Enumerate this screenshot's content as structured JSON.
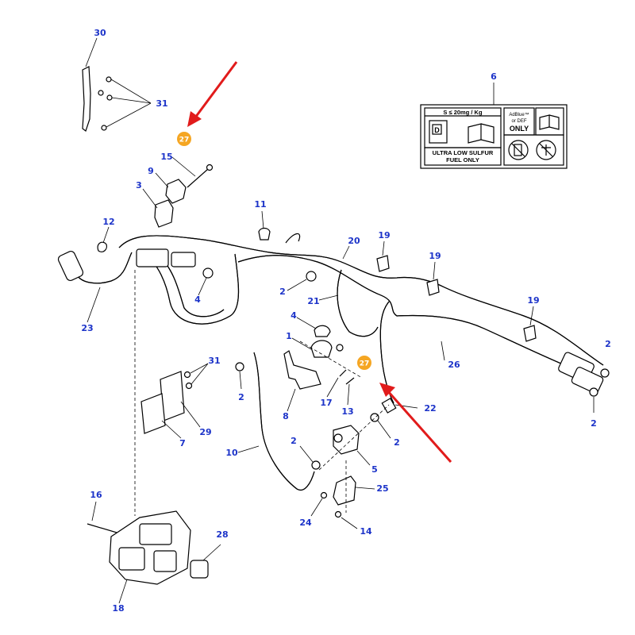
{
  "callouts": {
    "c30": "30",
    "c31a": "31",
    "c27a": "27",
    "c15": "15",
    "c9": "9",
    "c3": "3",
    "c6": "6",
    "c11": "11",
    "c12": "12",
    "c20": "20",
    "c19a": "19",
    "c19b": "19",
    "c19c": "19",
    "c2a": "2",
    "c21": "21",
    "c4a": "4",
    "c4b": "4",
    "c1": "1",
    "c27b": "27",
    "c23": "23",
    "c31b": "31",
    "c2b": "2",
    "c8": "8",
    "c17": "17",
    "c13": "13",
    "c22": "22",
    "c26": "26",
    "c2c": "2",
    "c2d": "2",
    "c29": "29",
    "c7": "7",
    "c10": "10",
    "c2e": "2",
    "c2f": "2",
    "c5": "5",
    "c25": "25",
    "c16": "16",
    "c24": "24",
    "c14": "14",
    "c28": "28",
    "c18": "18"
  },
  "decal": {
    "sulfur_limit": "S ≤ 20mg / Kg",
    "pump_letter": "D",
    "adblue_line1": "AdBlue™",
    "adblue_line2": "or DEF",
    "adblue_only": "ONLY",
    "fuel_line1": "ULTRA LOW SULFUR",
    "fuel_line2": "FUEL ONLY"
  },
  "colors": {
    "callout": "#1d34c9",
    "badge": "#f5a623",
    "arrow": "#e11b1b"
  }
}
